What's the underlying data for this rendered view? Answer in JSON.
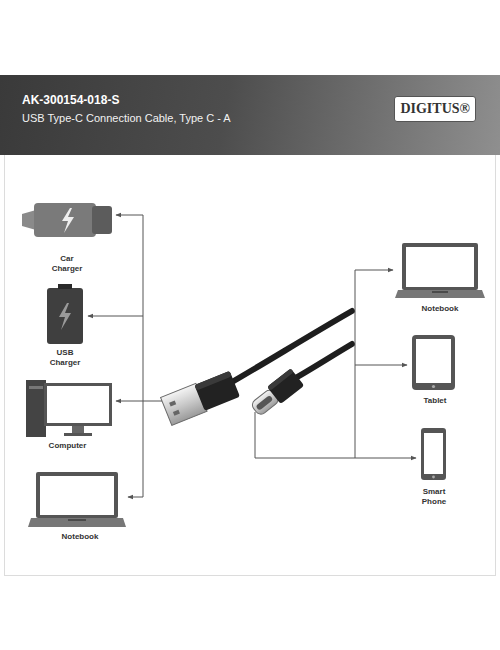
{
  "diagram": {
    "title": "AK-300154-018-S",
    "nodes": [
      {
        "text": [
          "Car Charger"
        ]
      },
      {
        "text": [
          "USB Charger"
        ]
      },
      {
        "text": [
          "Computer"
        ]
      },
      {
        "text": [
          "Notebook"
        ]
      },
      {
        "text": [
          "Notebook"
        ]
      },
      {
        "text": [
          "Tablet"
        ]
      },
      {
        "text": [
          "Smart Phone"
        ]
      }
    ],
    "labels": [
      "USB Type-C Connection Cable, Type C - A",
      "DIGITUS®"
    ]
  }
}
